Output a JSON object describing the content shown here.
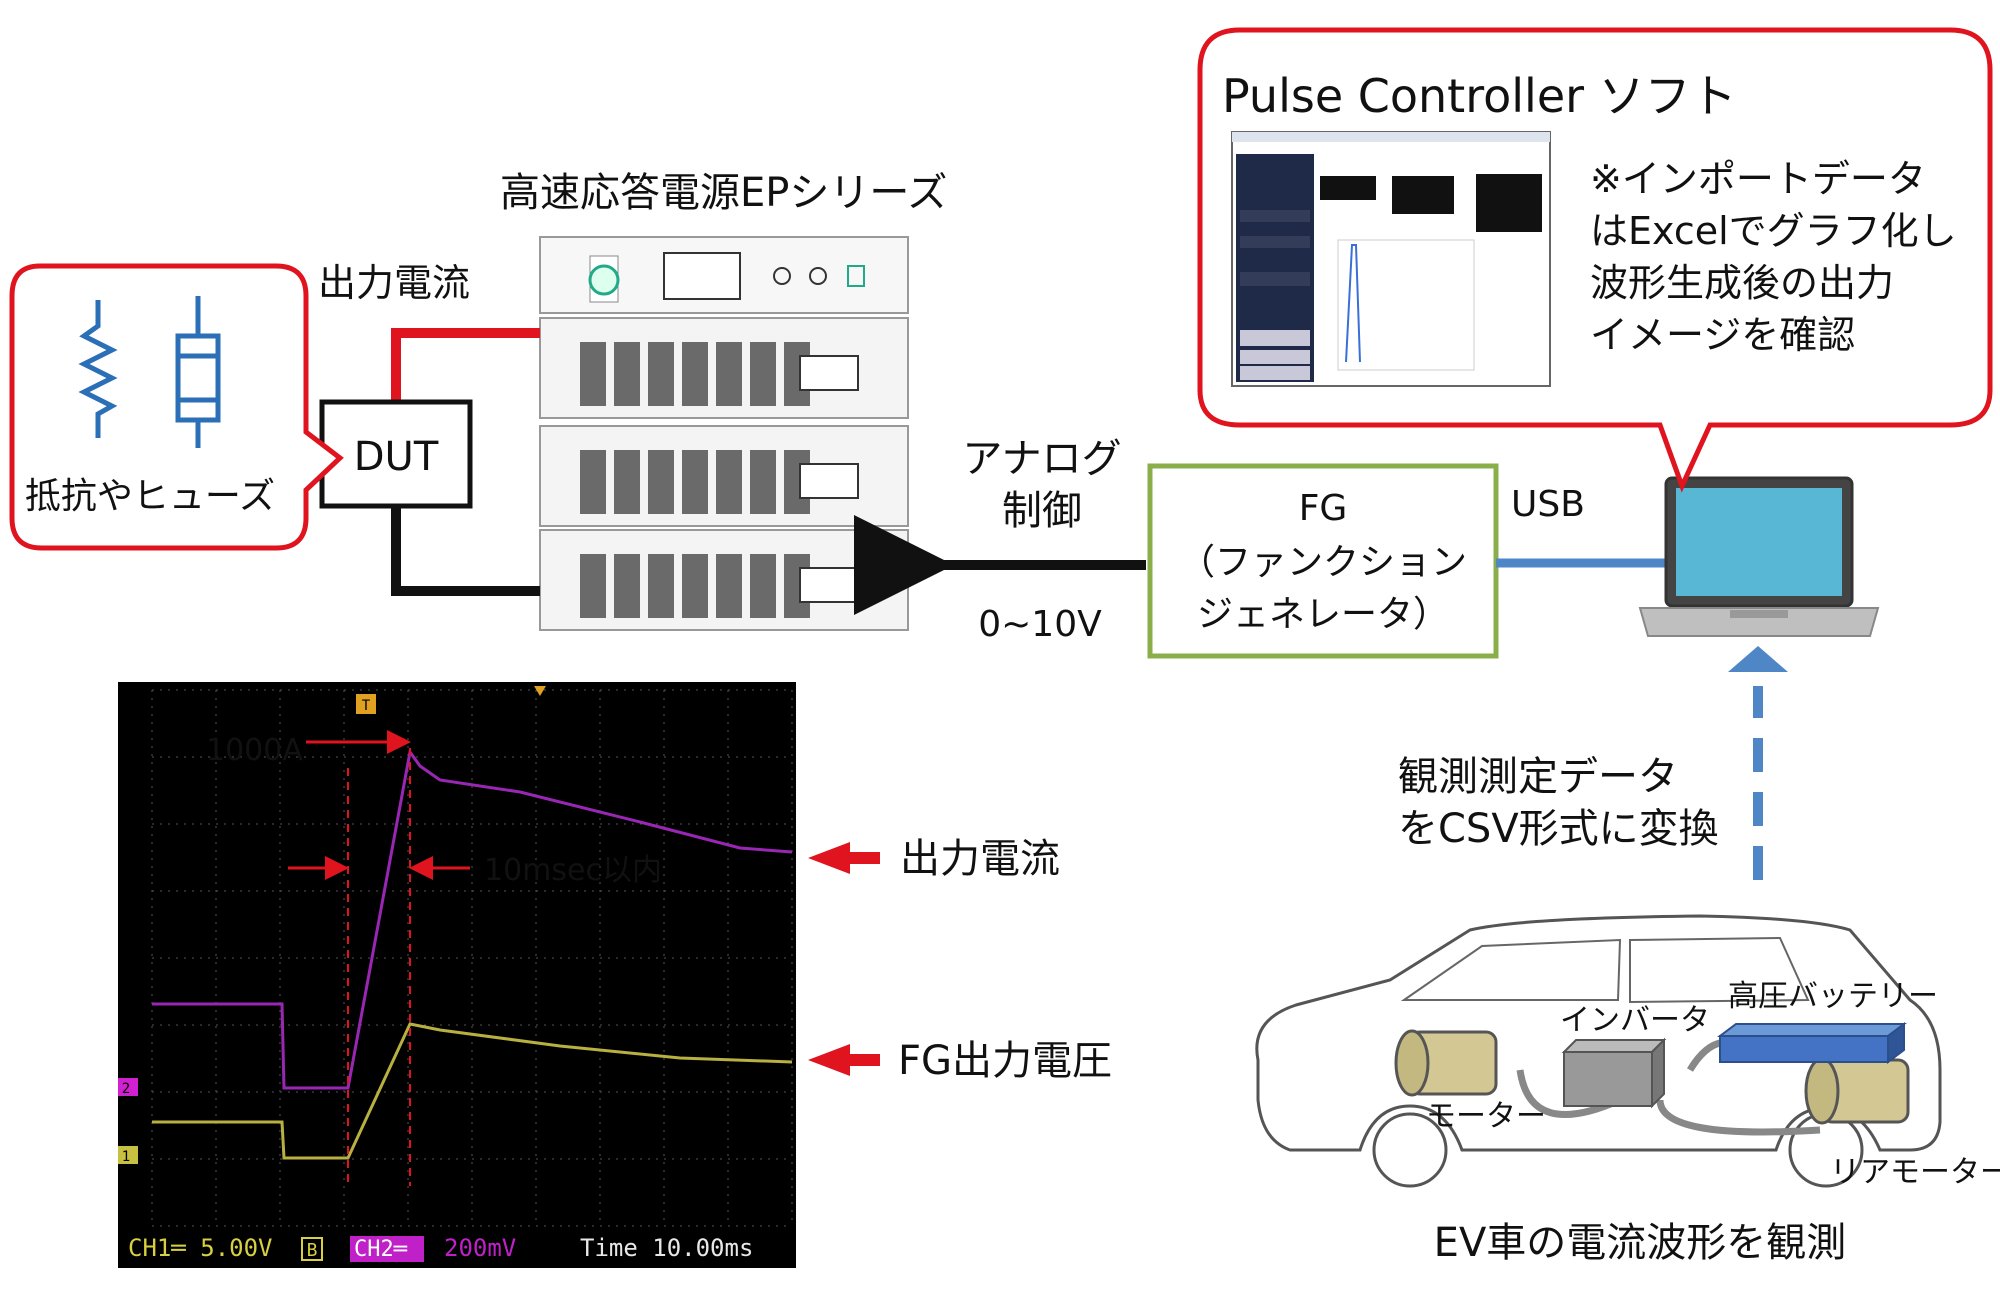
{
  "ep_series": {
    "title": "高速応答電源EPシリーズ"
  },
  "output_current_top": "出力電流",
  "dut": {
    "label": "DUT",
    "callout": "抵抗やヒューズ"
  },
  "analog": {
    "line1": "アナログ",
    "line2": "制御",
    "voltage": "0~10V"
  },
  "fg": {
    "line1": "FG",
    "line2": "（ファンクション",
    "line3": "ジェネレータ）"
  },
  "usb": "USB",
  "software": {
    "title": "Pulse Controller ソフト",
    "note_lines": [
      "※インポートデータ",
      "はExcelでグラフ化し",
      "波形生成後の出力",
      "イメージを確認"
    ]
  },
  "convert": {
    "line1": "観測測定データ",
    "line2": "をCSV形式に変換"
  },
  "car": {
    "inverter": "インバータ",
    "battery": "高圧バッテリー",
    "motor": "モーター",
    "rear_motor": "リアモーター",
    "caption": "EV車の電流波形を観測"
  },
  "scope": {
    "peak_label": "1000A",
    "rise_label": "10msec以内",
    "out_current": "出力電流",
    "fg_voltage": "FG出力電圧",
    "ch1": "CH1═  5.00V",
    "ch1_box": "B",
    "ch2": "CH2═",
    "ch2_val": "200mV",
    "time": "Time 10.00ms",
    "marker_1": "1",
    "marker_2": "2",
    "marker_t": "T"
  },
  "colors": {
    "red": "#e0141e",
    "green": "#8aae4a",
    "blue": "#4f86c6",
    "ch2": "#a020c0",
    "ch1": "#b8b040"
  }
}
